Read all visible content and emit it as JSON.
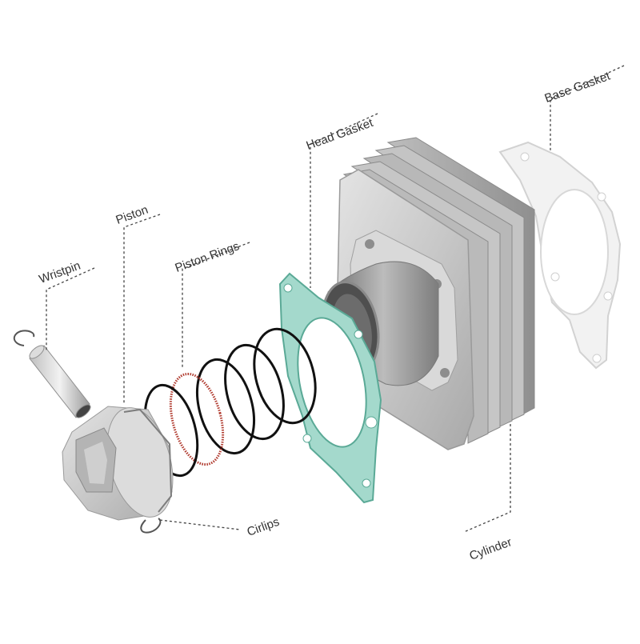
{
  "labels": {
    "wristpin": "Wristpin",
    "piston": "Piston",
    "piston_rings": "Piston Rings",
    "head_gasket": "Head Gasket",
    "base_gasket": "Base Gasket",
    "cylinder": "Cylinder",
    "cirlips": "Cirlips"
  },
  "colors": {
    "label_text": "#333333",
    "leader_line": "#444444",
    "head_gasket": "#8fcfc0",
    "base_gasket": "#e6e6e6",
    "cylinder_body": "#c9c9c9",
    "piston_body": "#d6d6d6",
    "rings": "#111111",
    "ring_segment": "#b03a2e"
  }
}
